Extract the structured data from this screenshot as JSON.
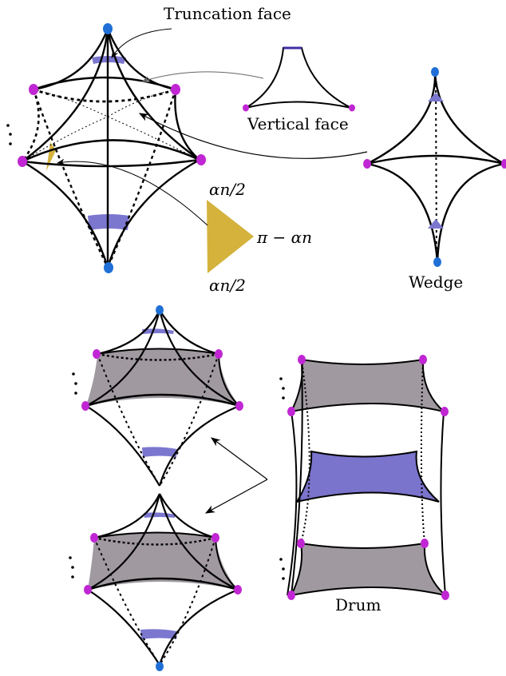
{
  "labels": {
    "truncation_face": "Truncation face",
    "vertical_face": "Vertical face",
    "wedge": "Wedge",
    "drum": "Drum"
  },
  "angle_labels": {
    "top": "αn/2",
    "right": "π − αn",
    "bottom": "αn/2"
  },
  "colors": {
    "ideal_vertex": "#1f6fd6",
    "hyperideal_vertex": "#c026d3",
    "truncation_face_fill": "#7b77cf",
    "wedge_angle_fill": "#d4b23c",
    "shaded_face_fill": "#a09aa0",
    "drum_middle_fill": "#7a74cc"
  }
}
